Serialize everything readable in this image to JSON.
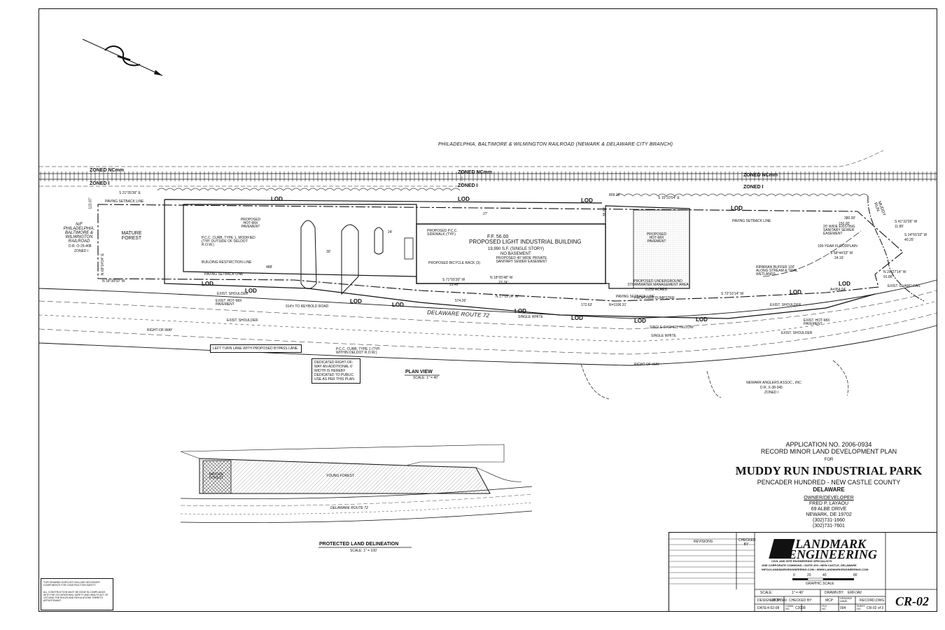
{
  "railroad": {
    "label": "PHILADELPHIA, BALTIMORE & WILMINGTON RAILROAD (NEWARK & DELAWARE CITY BRANCH)"
  },
  "zones": {
    "nc": "ZONED NCmm",
    "i": "ZONED I"
  },
  "lod": "LOD",
  "labels": {
    "mature_forest": "MATURE FOREST",
    "building_name": "PROPOSED LIGHT INDUSTRIAL BUILDING",
    "building_ff": "F.F. 56.00",
    "building_sf": "19,990 S.F. (SINGLE STORY)",
    "building_basement": "NO BASEMENT",
    "sewer_easement": "PROPOSED 40' WIDE PRIVATE SANITARY SEWER EASEMENT",
    "stormwater": "PROPOSED UNDERGROUND STORMWATER MANAGEMENT AREA",
    "stormwater_area": "0.252 ACRES",
    "dumpster": "PROPOSED DUMPSTER",
    "pavement_left": "PROPOSED HOT-MIX PAVEMENT",
    "pavement_right": "PROPOSED HOT-MIX PAVEMENT",
    "curb_modified": "P.C.C. CURB, TYPE 1, MODIFIED (TYP. OUTSIDE OF DELDOT R.O.W.)",
    "curb_within": "P.C.C. CURB, TYPE 1 (TYP. WITHIN DELDOT R.O.W.)",
    "sidewalk": "PROPOSED P.C.C. SIDEWALK (TYP.)",
    "bicycle_rack": "PROPOSED BICYCLE RACK (3)",
    "route": "DELAWARE ROUTE 72",
    "paving_setback": "PAVING SETBACK LINE",
    "building_restriction": "BUILDING RESTRICTION LINE",
    "taper": "914'± TO REYBOLD ROAD",
    "left_turn": "LEFT TURN LANE WITH PROPOSED BYPASS LANE.",
    "dedicated_row": "DEDICATED RIGHT-OF-WAY AN ADDITIONAL 6' WIDTH IS HEREBY DEDICATED TO PUBLIC USE AS PER THIS PLAN.",
    "railroad_owner": "N/F PHILADELPHIA, BALTIMORE & WILMINGTON RAILROAD",
    "railroad_deed": "D.R. O-25-408",
    "railroad_zone": "ZONED I",
    "anglers_owner": "NEWARK ANGLERS ASSOC., INC.",
    "anglers_deed": "D.R. X-38-345",
    "anglers_zone": "ZONED I",
    "muddy_run": "MUDDY RUN",
    "floodplain": "100-YEAR FLOODPLAIN",
    "riparian": "RIPARIAN BUFFER 100' ALONG STREAM & TIDAL WETLANDS",
    "exist_sewer": "20' WIDE EXISTING SANITARY SEWER EASEMENT",
    "exist_shoulder": "EXIST. SHOULDER",
    "exist_pavement": "EXIST. HOT-MIX PAVEMENT",
    "single_white": "SINGLE WHITE",
    "single_yellow": "SINGLE DASHED YELLOW",
    "right_of_way": "RIGHT-OF-WAY",
    "exist_guard_rail": "EXIST. GUARD RAIL",
    "paving": "PAVING"
  },
  "bearings": {
    "b1": "S 21°35'36\" E",
    "b2": "S 15°33'04\" E",
    "b3": "N 18°38'50\" W",
    "b4": "N 68°24'24\" E",
    "b5": "S 71°55'30\" W",
    "b6": "N 18°05'48\" W",
    "b7": "N 17°05'14\" W",
    "b8": "S 41°32'06\" W",
    "b9": "S 24°55'32\" W",
    "b10": "S 58°44'33\" W",
    "b11": "N 20°27'14\" W",
    "b12": "S 72°16'14\" W"
  },
  "distances": {
    "d1": "123.87'",
    "d2": "809.18'",
    "d3": "488'",
    "d4": "13.46'",
    "d5": "23.74'",
    "d6": "574.26'",
    "d7": "172.63'",
    "d8": "R=1106.31'",
    "d9": "380.00'",
    "d10": "11.85'",
    "d11": "40.25'",
    "d12": "24.16'",
    "d13": "91.86'",
    "d14": "A=354.64'",
    "d15": "150.00'",
    "d16": "38.00'",
    "d17": "27'",
    "d18": "24'",
    "d19": "30'"
  },
  "plan_view": {
    "title": "PLAN VIEW",
    "scale": "SCALE: 1\" = 40'"
  },
  "protected": {
    "title": "PROTECTED LAND DELINEATION",
    "scale": "SCALE: 1\" = 100'",
    "young_forest": "YOUNG FOREST",
    "mature_forest": "MATURE FOREST",
    "route": "DELAWARE ROUTE 72"
  },
  "title_block": {
    "application": "APPLICATION NO. 2006-0934",
    "plan_type": "RECORD MINOR LAND DEVELOPMENT PLAN",
    "for": "FOR",
    "project": "MUDDY RUN INDUSTRIAL PARK",
    "hundred": "PENCADER HUNDRED - NEW CASTLE COUNTY",
    "state": "DELAWARE",
    "owner_heading": "OWNER/DEVELOPER",
    "owner_name": "FRED P. LAYAOU",
    "owner_address": "69 ALBE DRIVE",
    "owner_city": "NEWARK, DE 19702",
    "owner_phone1": "(302)731-1660",
    "owner_phone2": "(302)731-7601"
  },
  "company": {
    "line1": "LANDMARK",
    "line2": "ENGINEERING",
    "subtitle": "CIVIL AND SITE ENGINEERING SPECIALISTS",
    "address": "ONE CORPORATE COMMONS • SUITE 200 • NEW CASTLE, DELAWARE",
    "contact": "INFO@LANDMARKENGINEERING.COM • WWW.LANDMARKENGINEERING.COM"
  },
  "revisions": {
    "heading": "REVISIONS",
    "checked_by": "CHECKED BY"
  },
  "graphic_scale": {
    "label": "GRAPHIC SCALE",
    "ticks": [
      "0",
      "20",
      "40",
      "80"
    ]
  },
  "drawing_info": {
    "scale_label": "SCALE:",
    "scale": "1\" = 40'",
    "drawn_label": "DRAWN BY:",
    "drawn": "ERF/JAV",
    "designed_label": "DESIGNED BY:",
    "designed": "MCP/JAV",
    "checked_label": "CHECKED BY:",
    "checked": "MCP",
    "drawing_name_label": "DRAWING NAME",
    "drawing_name": "RECORD.DWG",
    "date_label": "DATE:",
    "date": "4-02-08",
    "comm_label": "COMM. NO.",
    "comm": "C2008",
    "file_label": "FILE NO.",
    "file": "004",
    "sheet_label": "SHEET NO.",
    "sheet": "CR-02 of 3",
    "sheet_big": "CR-02"
  },
  "notes": {
    "n1": "THIS DRAWING DOES NOT INCLUDE NECESSARY COMPONENTS FOR CONSTRUCTION SAFETY.",
    "n2": "ALL CONSTRUCTION MUST BE DONE IN COMPLIANCE WITH THE OCCUPATIONAL SAFETY AND HEALTH ACT OF 1970 AND THE RULES AND REGULATIONS THERETO APPURTENANT."
  }
}
